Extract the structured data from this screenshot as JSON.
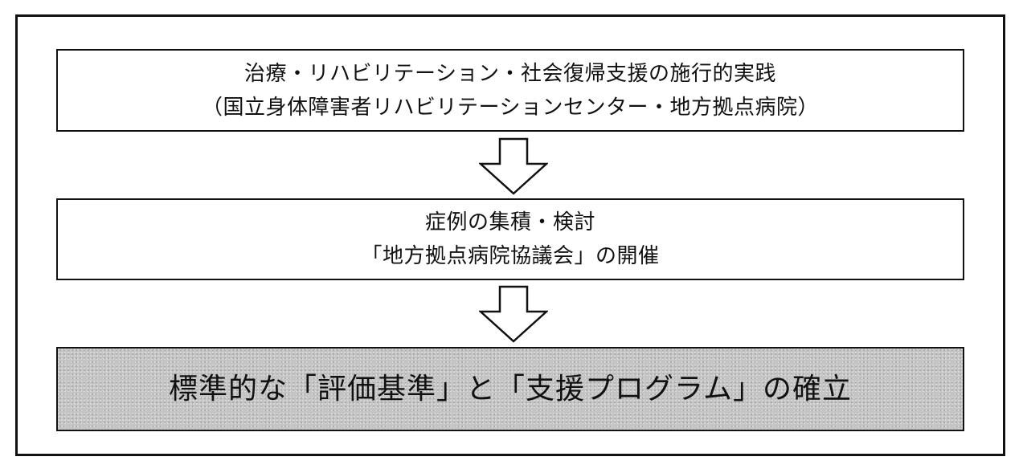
{
  "steps": [
    {
      "lines": [
        "治療・リハビリテーション・社会復帰支援の施行的実践",
        "（国立身体障害者リハビリテーションセンター・地方拠点病院）"
      ]
    },
    {
      "lines": [
        "症例の集積・検討",
        "「地方拠点病院協議会」の開催"
      ]
    },
    {
      "lines": [
        "標準的な「評価基準」と「支援プログラム」の確立"
      ],
      "shaded": true,
      "fill_color": "#c4c4c4"
    }
  ],
  "arrows": [
    {
      "direction": "down",
      "from": 0,
      "to": 1
    },
    {
      "direction": "down",
      "from": 1,
      "to": 2
    }
  ],
  "colors": {
    "border": "#111111",
    "arrow_stroke": "#111111",
    "box_fill": "#ffffff",
    "final_box_fill": "#c4c4c4"
  }
}
